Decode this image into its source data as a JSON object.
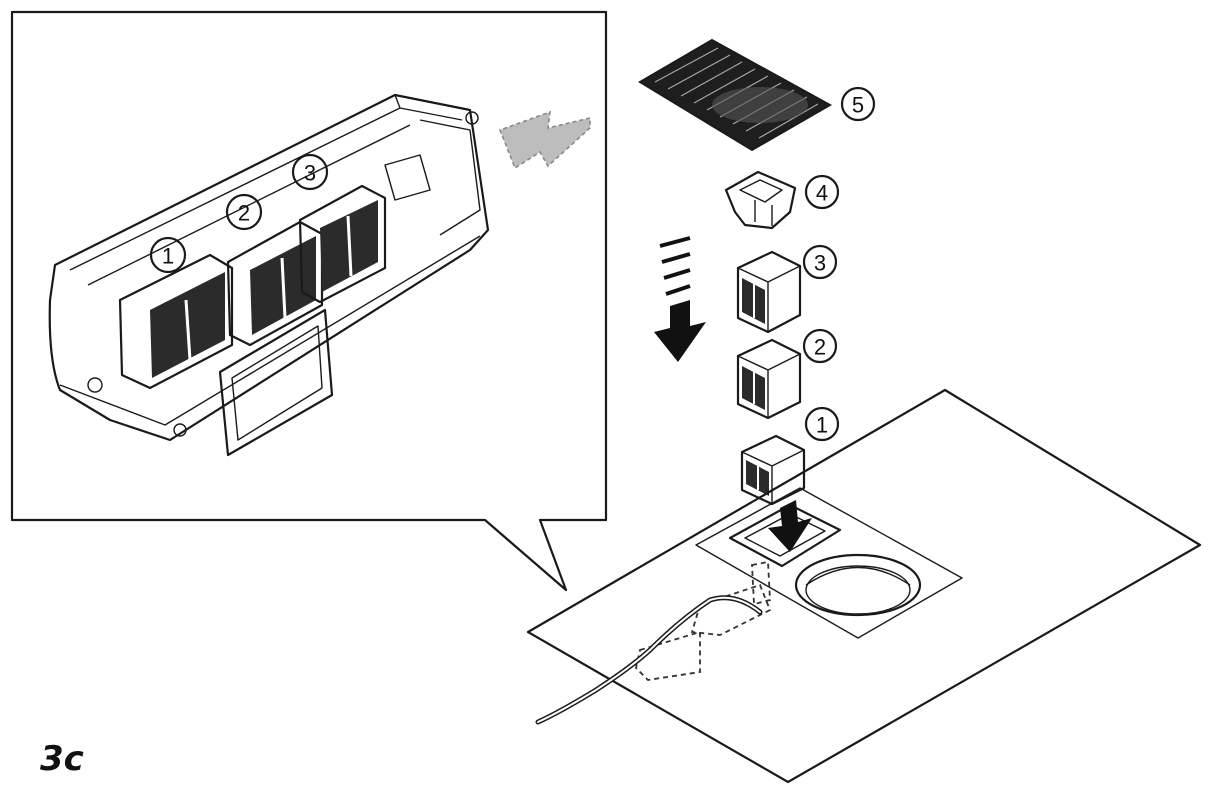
{
  "figure": {
    "label": "3c"
  },
  "callouts": {
    "inset": [
      "1",
      "2",
      "3"
    ],
    "stack": [
      "5",
      "4",
      "3",
      "2",
      "1"
    ]
  },
  "colors": {
    "line": "#1a1a1a",
    "filter_dark": "#2b2b2b",
    "airflow_arrow": "#bdbdbd",
    "background": "#ffffff"
  }
}
